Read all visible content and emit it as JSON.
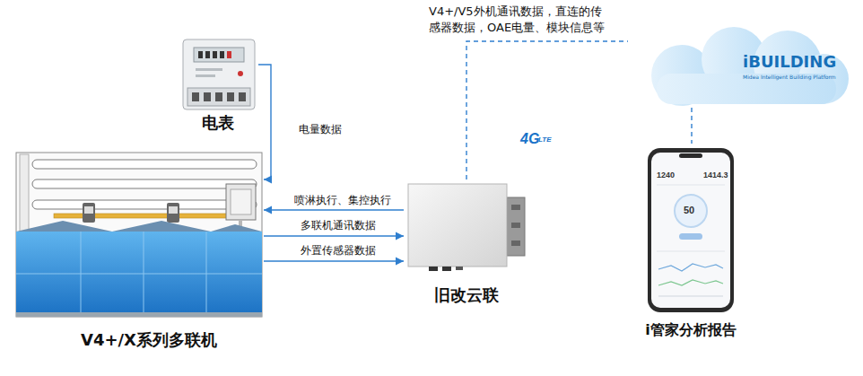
{
  "diagram": {
    "nodes": [
      {
        "text": [
          "电表"
        ]
      },
      {
        "text": [
          "V4+/X系列多联机"
        ]
      },
      {
        "text": [
          "旧改云联"
        ]
      },
      {
        "text": [
          "iBUILDING",
          "Midea Intelligent Building Platform"
        ]
      },
      {
        "text": [
          "i管家分析报告"
        ]
      }
    ],
    "edges": [
      {
        "from": 0,
        "to": 1,
        "label": "电量数据",
        "arrow": "to"
      },
      {
        "from": 2,
        "to": 1,
        "label": "喷淋执行、集控执行",
        "arrow": "to"
      },
      {
        "from": 1,
        "to": 2,
        "label": "多联机通讯数据",
        "arrow": "to"
      },
      {
        "from": 1,
        "to": 2,
        "label": "外置传感器数据",
        "arrow": "to"
      },
      {
        "from": 2,
        "to": 3,
        "label": "V4+/V5外机通讯数据，直连的传感器数据，OAE电量、模块信息等",
        "arrow": "none"
      },
      {
        "from": 3,
        "to": 4,
        "arrow": "none"
      }
    ],
    "labels": [
      "4G",
      "LTE",
      "1240",
      "1414.3",
      "50"
    ]
  }
}
